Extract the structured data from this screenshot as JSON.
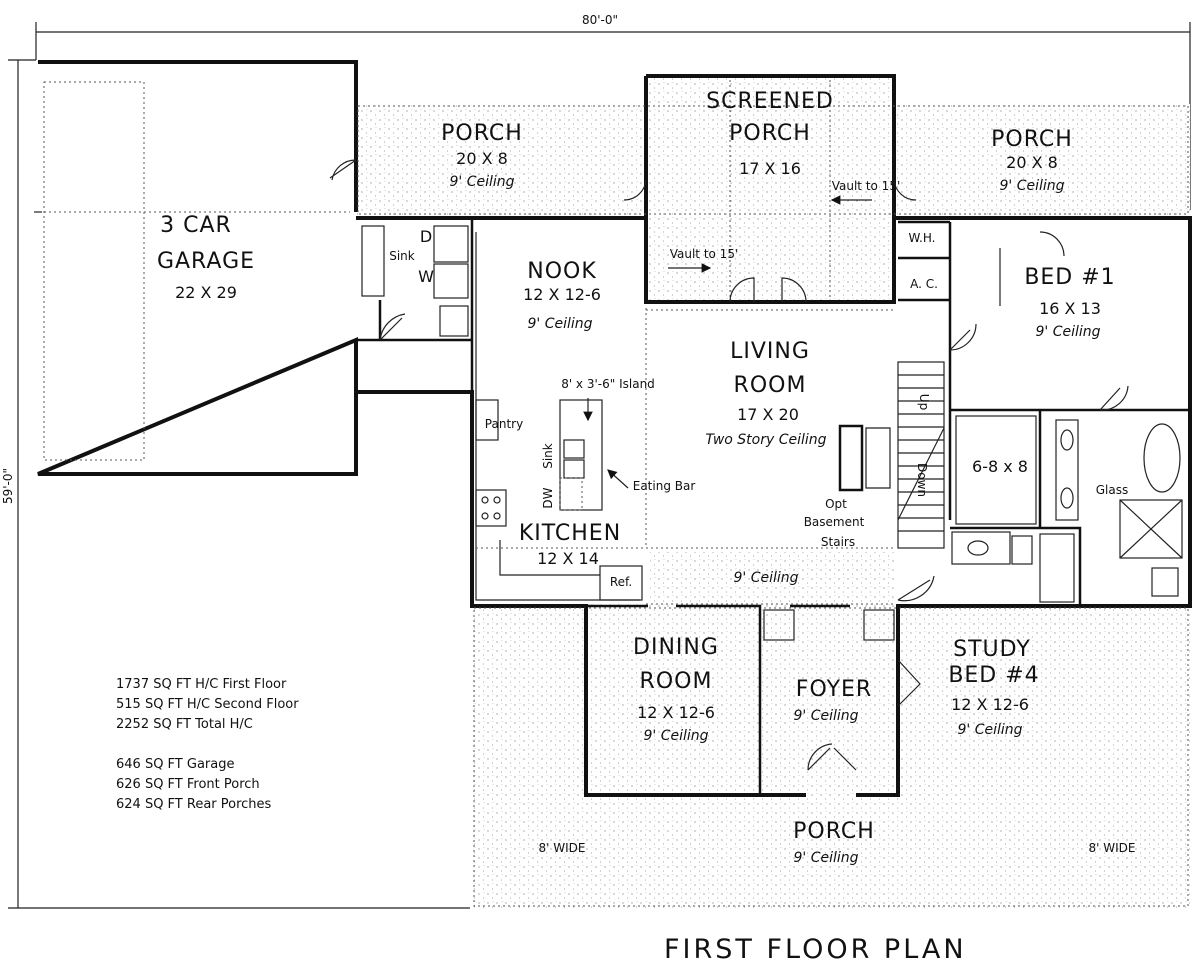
{
  "title": "FIRST FLOOR PLAN",
  "dimensions": {
    "width": "80'-0\"",
    "depth": "59'-0\""
  },
  "rooms": {
    "garage": {
      "name_line1": "3 CAR",
      "name_line2": "GARAGE",
      "size": "22 X 29"
    },
    "porch_left": {
      "name": "PORCH",
      "size": "20 X 8",
      "ceiling": "9' Ceiling"
    },
    "screened_porch": {
      "name_line1": "SCREENED",
      "name_line2": "PORCH",
      "size": "17 X 16",
      "vault_right": "Vault to 15'",
      "vault_left": "Vault to 15'"
    },
    "porch_right": {
      "name": "PORCH",
      "size": "20 X 8",
      "ceiling": "9' Ceiling"
    },
    "nook": {
      "name": "NOOK",
      "size": "12 X 12-6",
      "ceiling": "9' Ceiling"
    },
    "living": {
      "name_line1": "LIVING",
      "name_line2": "ROOM",
      "size": "17 X 20",
      "ceiling": "Two Story Ceiling"
    },
    "bed1": {
      "name": "BED #1",
      "size": "16 X 13",
      "ceiling": "9' Ceiling"
    },
    "closet": {
      "size": "6-8 x 8"
    },
    "kitchen": {
      "name": "KITCHEN",
      "size": "12 X 14",
      "island": "8' x 3'-6\" Island",
      "eating_bar": "Eating Bar",
      "pantry": "Pantry",
      "sink": "Sink",
      "dw": "DW",
      "ref": "Ref.",
      "ceiling": "9' Ceiling"
    },
    "dining": {
      "name_line1": "DINING",
      "name_line2": "ROOM",
      "size": "12 X 12-6",
      "ceiling": "9' Ceiling"
    },
    "foyer": {
      "name": "FOYER",
      "ceiling": "9' Ceiling"
    },
    "study": {
      "name_line1": "STUDY",
      "name_line2": "BED #4",
      "size": "12 X 12-6",
      "ceiling": "9' Ceiling"
    },
    "front_porch": {
      "name": "PORCH",
      "ceiling": "9' Ceiling",
      "wide_left": "8' WIDE",
      "wide_right": "8' WIDE"
    }
  },
  "fixtures": {
    "laundry_sink": "Sink",
    "dryer": "D",
    "washer": "W",
    "wh": "W.H.",
    "ac": "A. C.",
    "glass": "Glass",
    "stairs_up": "Up",
    "stairs_down": "Down",
    "basement_line1": "Opt",
    "basement_line2": "Basement",
    "basement_line3": "Stairs"
  },
  "areas": [
    "1737 SQ FT H/C First Floor",
    "515 SQ FT H/C Second Floor",
    "2252 SQ FT Total H/C",
    "",
    "646 SQ FT Garage",
    "626 SQ FT Front Porch",
    "624 SQ FT Rear Porches"
  ]
}
